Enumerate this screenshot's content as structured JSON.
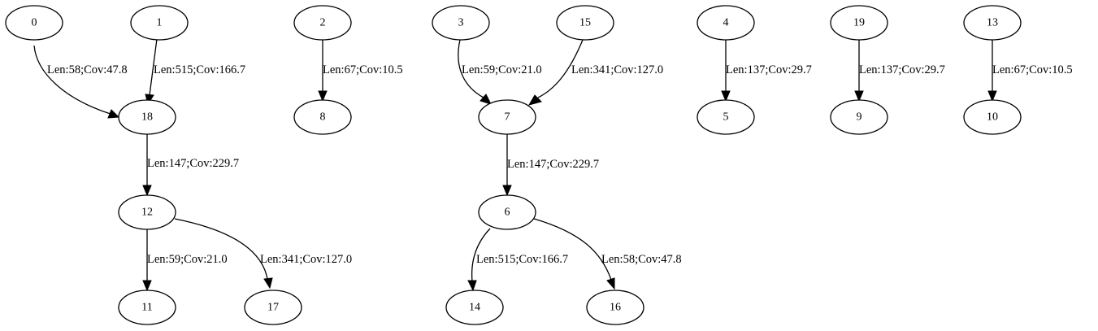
{
  "nodes": {
    "n0": "0",
    "n1": "1",
    "n2": "2",
    "n3": "3",
    "n4": "4",
    "n5": "5",
    "n6": "6",
    "n7": "7",
    "n8": "8",
    "n9": "9",
    "n10": "10",
    "n11": "11",
    "n12": "12",
    "n13": "13",
    "n14": "14",
    "n15": "15",
    "n16": "16",
    "n17": "17",
    "n18": "18",
    "n19": "19"
  },
  "edges": {
    "e0_18": "Len:58;Cov:47.8",
    "e1_18": "Len:515;Cov:166.7",
    "e2_8": "Len:67;Cov:10.5",
    "e3_7": "Len:59;Cov:21.0",
    "e15_7": "Len:341;Cov:127.0",
    "e4_5": "Len:137;Cov:29.7",
    "e19_9": "Len:137;Cov:29.7",
    "e13_10": "Len:67;Cov:10.5",
    "e18_12": "Len:147;Cov:229.7",
    "e7_6": "Len:147;Cov:229.7",
    "e12_11": "Len:59;Cov:21.0",
    "e12_17": "Len:341;Cov:127.0",
    "e6_14": "Len:515;Cov:166.7",
    "e6_16": "Len:58;Cov:47.8"
  },
  "colors": {
    "stroke": "#000000",
    "fill": "#ffffff"
  }
}
